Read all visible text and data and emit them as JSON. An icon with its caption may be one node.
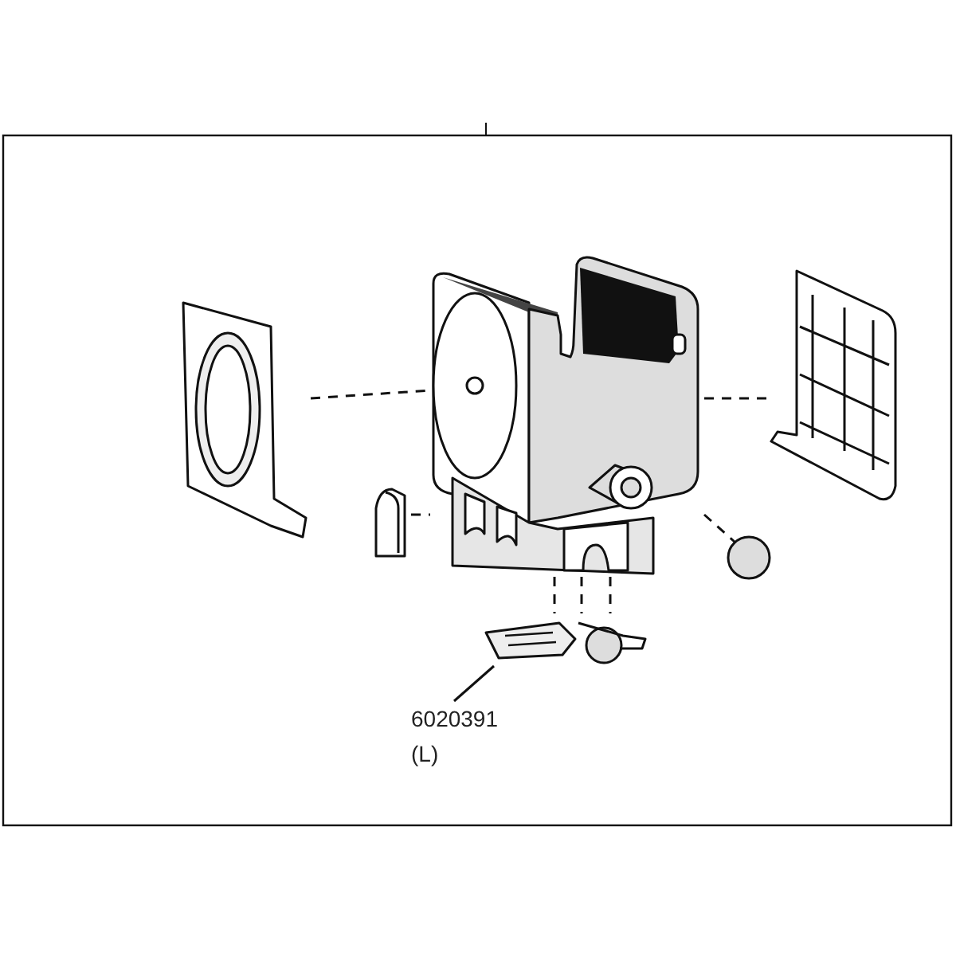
{
  "diagram": {
    "nodes": [
      {
        "text": [],
        "shape": "picture"
      },
      {
        "text": [],
        "shape": "picture"
      },
      {
        "text": [],
        "shape": "picture"
      },
      {
        "text": [],
        "shape": "picture"
      },
      {
        "text": [],
        "shape": "circle"
      },
      {
        "text": [],
        "shape": "picture"
      },
      {
        "text": [
          "6020391",
          "(L)"
        ]
      }
    ],
    "edges": [
      {
        "from": 0,
        "to": 1,
        "arrow": "none",
        "style": "dashed"
      },
      {
        "from": 1,
        "to": 2,
        "arrow": "none",
        "style": "dashed"
      },
      {
        "from": 3,
        "to": 1,
        "arrow": "none",
        "style": "dashed"
      },
      {
        "from": 1,
        "to": 4,
        "arrow": "none",
        "style": "dashed"
      },
      {
        "from": 1,
        "to": 5,
        "arrow": "none",
        "style": "dashed"
      },
      {
        "from": 1,
        "to": 5,
        "arrow": "none",
        "style": "dashed"
      },
      {
        "from": 1,
        "to": 5,
        "arrow": "none",
        "style": "dashed"
      },
      {
        "from": 6,
        "to": 5,
        "arrow": "none"
      }
    ]
  }
}
